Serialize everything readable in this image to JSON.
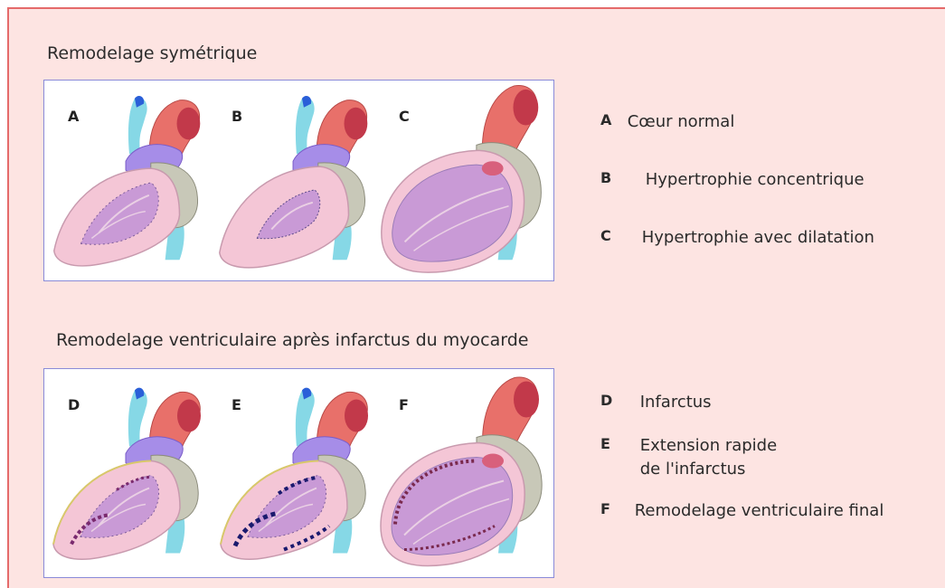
{
  "sections": [
    {
      "title": "Remodelage symétrique",
      "hearts": [
        "A",
        "B",
        "C"
      ],
      "legend": [
        {
          "key": "A",
          "text": "Cœur normal"
        },
        {
          "key": "B",
          "text": "Hypertrophie concentrique"
        },
        {
          "key": "C",
          "text": "Hypertrophie avec dilatation"
        }
      ]
    },
    {
      "title": "Remodelage ventriculaire après infarctus du myocarde",
      "hearts": [
        "D",
        "E",
        "F"
      ],
      "legend": [
        {
          "key": "D",
          "text": "Infarctus"
        },
        {
          "key": "E",
          "text": "Extension rapide",
          "text2": "de l'infarctus"
        },
        {
          "key": "F",
          "text": "Remodelage ventriculaire final"
        }
      ]
    }
  ],
  "colors": {
    "background": "#fde4e2",
    "border": "#e56a6a",
    "panel_border": "#8a8ad8",
    "myocardium": "#f4c6d6",
    "ventricle_inner": "#c99ad6",
    "aorta": "#e8706a",
    "pulmonary": "#a68de8",
    "vena_cava": "#86d8e6",
    "atrium": "#c8c8b8"
  },
  "icons": [
    "heart-illustration"
  ]
}
